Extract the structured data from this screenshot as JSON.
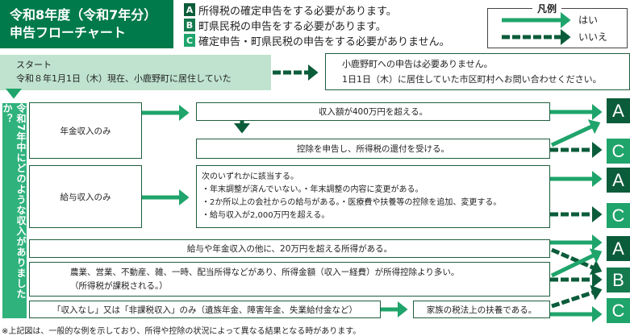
{
  "title": {
    "line1": "令和8年度（令和7年分）",
    "line2": "申告フローチャート"
  },
  "outcomes": [
    {
      "key": "A",
      "text": "所得税の確定申告をする必要があります。",
      "color": "#0b5c3a"
    },
    {
      "key": "B",
      "text": "町県民税の申告をする必要があります。",
      "color": "#157a4e"
    },
    {
      "key": "C",
      "text": "確定申告・町県民税の申告をする必要がありません。",
      "color": "#1fa46b"
    }
  ],
  "legend": {
    "title": "凡例",
    "yes": "はい",
    "no": "いいえ"
  },
  "start": {
    "label": "スタート",
    "question": "令和８年1月1日（木）現在、小鹿野町に居住していた"
  },
  "not_resident": {
    "line1": "小鹿野町への申告は必要ありません。",
    "line2": "1日1日（木）に居住していた市区町村へお問い合わせください。"
  },
  "side_question": "令和7年中にどのような収入がありましたか？",
  "pension": {
    "label": "年金収入のみ",
    "q1": "収入額が400万円を超える。",
    "q2": "控除を申告し、所得税の還付を受ける。"
  },
  "salary": {
    "label": "給与収入のみ",
    "lines": [
      "次のいずれかに該当する。",
      "・年末調整が済んでいない。・年末調整の内容に変更がある。",
      "・2か所以上の会社からの給与がある。・医療費や扶養等の控除を追加、変更する。",
      "・給与収入が2,000万円を超える。"
    ]
  },
  "other_income": "給与や年金収入の他に、20万円を超える所得がある。",
  "business": {
    "line1": "農業、営業、不動産、雑、一時、配当所得などがあり、所得金額（収入ー経費）が所得控除より多い。",
    "line2": "（所得税が課税される。）"
  },
  "no_income": "「収入なし」又は「非課税収入」のみ（遺族年金、障害年金、失業給付金など）",
  "dependent": "家族の税法上の扶養である。",
  "badges": {
    "a": "A",
    "b": "B",
    "c": "C"
  },
  "footnote": "※上記図は、一般的な例を示しており、所得や控除の状況によって異なる結果となる時があります。"
}
